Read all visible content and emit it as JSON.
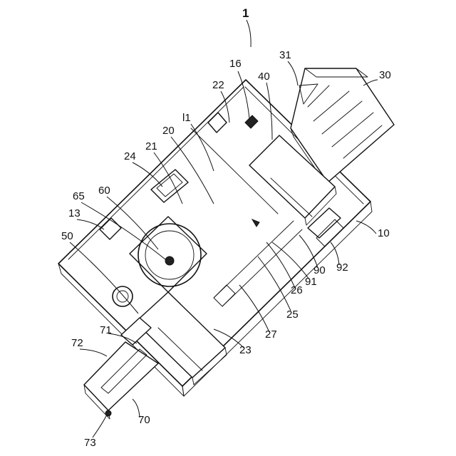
{
  "figure": {
    "assembly_ref": "1",
    "labels": {
      "r10": "10",
      "r13": "13",
      "r16": "16",
      "r20": "20",
      "r21": "21",
      "r22": "22",
      "r23": "23",
      "r24": "24",
      "r25": "25",
      "r26": "26",
      "r27": "27",
      "r30": "30",
      "r31": "31",
      "r40": "40",
      "r50": "50",
      "r60": "60",
      "r65": "65",
      "r70": "70",
      "r71": "71",
      "r72": "72",
      "r73": "73",
      "r90": "90",
      "r91": "91",
      "r92": "92",
      "rl1": "l1"
    }
  }
}
